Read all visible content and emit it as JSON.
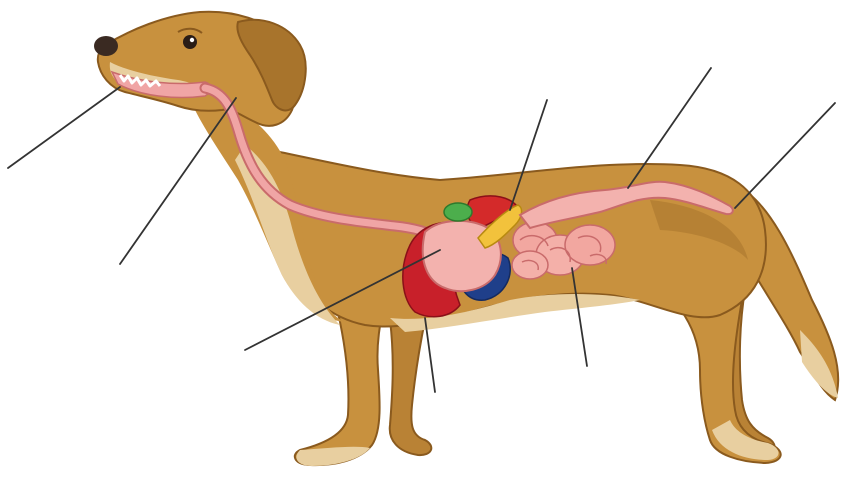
{
  "diagram": {
    "subject": "dog",
    "organs": [
      "mouth",
      "esophagus",
      "stomach",
      "liver",
      "gallbladder",
      "pancreas",
      "spleen",
      "small-intestine",
      "large-intestine",
      "rectum"
    ],
    "label_count": 8
  },
  "colors": {
    "background": "#ffffff",
    "body": "#c8913e",
    "body_shadow": "#a8742c",
    "body_light": "#e8cfa0",
    "outline": "#8a5a1e",
    "tract": "#f0a5a5",
    "tract_outline": "#c96b6b",
    "liver": "#c8202a",
    "spleen": "#1f3f8a",
    "gallbladder": "#4cae4c",
    "pancreas": "#f2c23c",
    "intestine": "#f2a7a0",
    "leader_line": "#333333"
  }
}
